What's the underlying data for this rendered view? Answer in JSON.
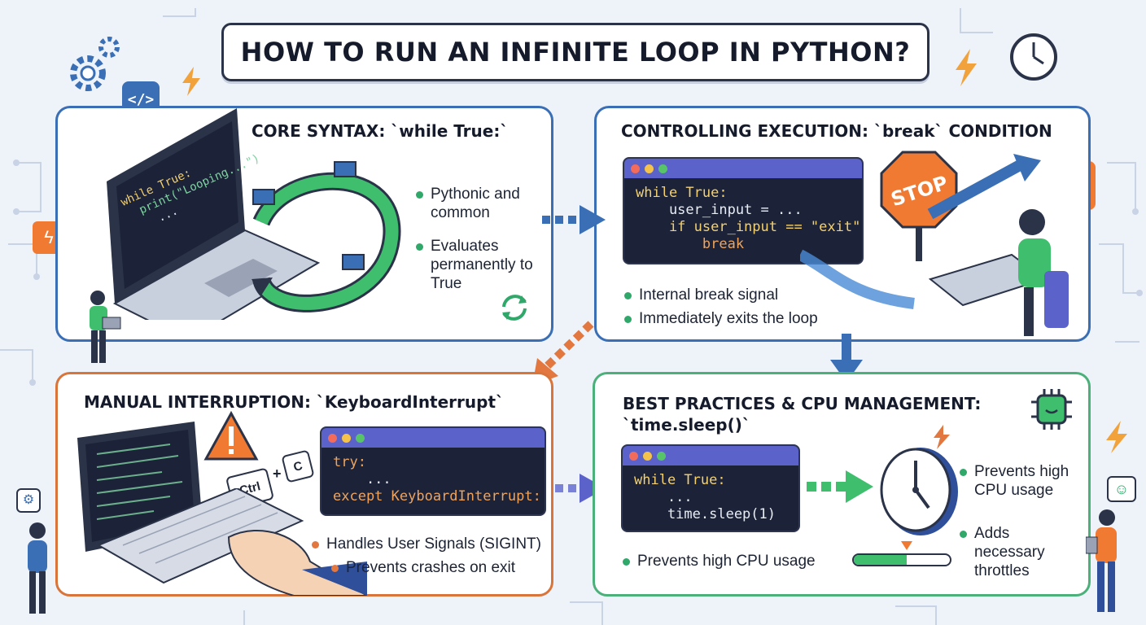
{
  "title": "HOW TO RUN AN INFINITE LOOP IN PYTHON?",
  "panels": {
    "core": {
      "title": "CORE SYNTAX: `while True:`",
      "laptop_code": [
        "while True:",
        "print(\"Looping...\")",
        "..."
      ],
      "bullets": [
        "Pythonic and common",
        "Evaluates permanently to True"
      ]
    },
    "control": {
      "title": "CONTROLLING EXECUTION: `break` CONDITION",
      "code": [
        "while True:",
        "    user_input = ...",
        "    if user_input == \"exit\":",
        "        break"
      ],
      "bullets": [
        "Internal break signal",
        "Immediately exits the loop"
      ],
      "sign": "STOP"
    },
    "manual": {
      "title": "MANUAL INTERRUPTION: `KeyboardInterrupt`",
      "code": [
        "try:",
        "    ...",
        "except KeyboardInterrupt:"
      ],
      "keys": [
        "Ctrl",
        "+",
        "C"
      ],
      "bullets": [
        "Handles User Signals (SIGINT)",
        "Prevents crashes on exit"
      ]
    },
    "best": {
      "title_line1": "BEST PRACTICES & CPU MANAGEMENT:",
      "title_line2": "`time.sleep()`",
      "code": [
        "while True:",
        "    ...",
        "    time.sleep(1)"
      ],
      "bullets_right": [
        "Prevents high CPU usage",
        "Adds necessary throttles"
      ],
      "bullet_bottom": "Prevents high CPU usage",
      "cpu_level": 0.55
    }
  },
  "colors": {
    "blue": "#3a6fb5",
    "orange": "#d9743a",
    "green": "#4bb07a",
    "code_bg": "#1c2338"
  },
  "icons": [
    "gear-icon",
    "code-tag-icon",
    "lightning-icon",
    "clock-icon",
    "stop-sign-icon",
    "warning-icon",
    "chip-icon",
    "refresh-icon"
  ]
}
